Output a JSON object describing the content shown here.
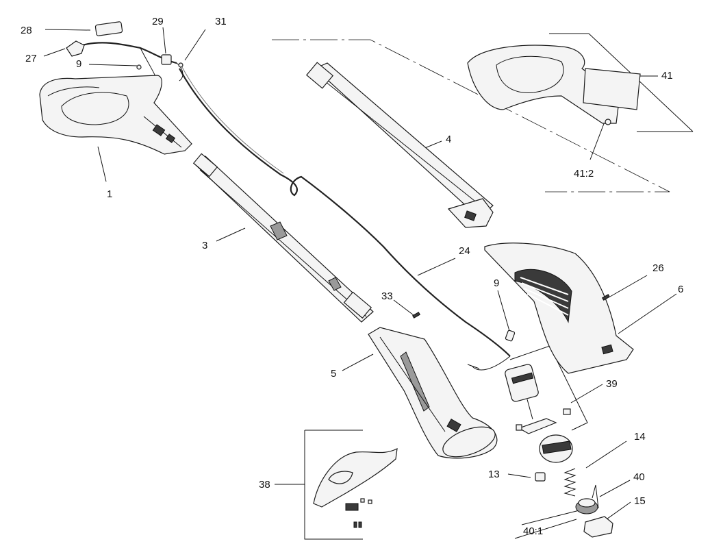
{
  "callouts": [
    {
      "id": "28",
      "text": "28"
    },
    {
      "id": "27",
      "text": "27"
    },
    {
      "id": "29",
      "text": "29"
    },
    {
      "id": "31",
      "text": "31"
    },
    {
      "id": "9a",
      "text": "9"
    },
    {
      "id": "1",
      "text": "1"
    },
    {
      "id": "3",
      "text": "3"
    },
    {
      "id": "4",
      "text": "4"
    },
    {
      "id": "41",
      "text": "41"
    },
    {
      "id": "41-2",
      "text": "41:2"
    },
    {
      "id": "24",
      "text": "24"
    },
    {
      "id": "33",
      "text": "33"
    },
    {
      "id": "9b",
      "text": "9"
    },
    {
      "id": "26",
      "text": "26"
    },
    {
      "id": "6",
      "text": "6"
    },
    {
      "id": "5",
      "text": "5"
    },
    {
      "id": "39",
      "text": "39"
    },
    {
      "id": "14",
      "text": "14"
    },
    {
      "id": "13",
      "text": "13"
    },
    {
      "id": "40",
      "text": "40"
    },
    {
      "id": "15",
      "text": "15"
    },
    {
      "id": "40-1",
      "text": "40:1"
    },
    {
      "id": "38",
      "text": "38"
    }
  ]
}
